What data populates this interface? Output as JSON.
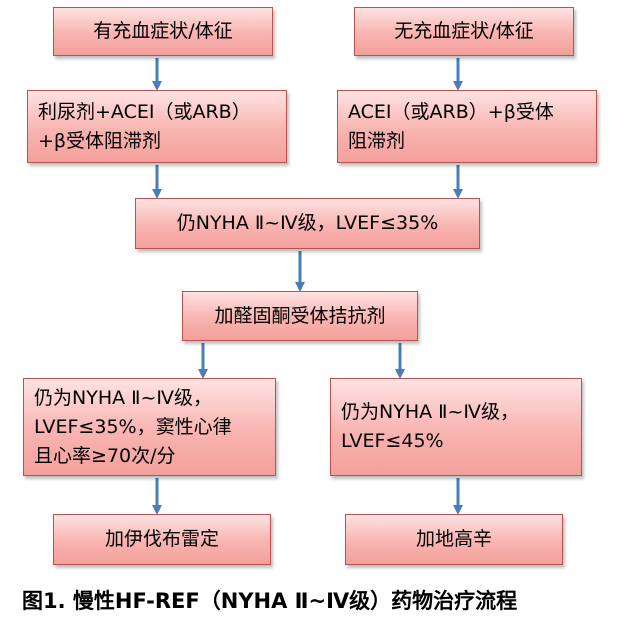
{
  "boxes": {
    "with_symptoms": "有充血症状/体征",
    "without_symptoms": "无充血症状/体征",
    "left_therapy": [
      "利尿剂+ACEI（或ARB）",
      "+β受体阻滞剂"
    ],
    "right_therapy": [
      "ACEI（或ARB）+β受体",
      "阻滞剂"
    ],
    "still_nyha": "仍NYHA Ⅱ~Ⅳ级，LVEF≤35%",
    "aldosterone": "加醛固酮受体拮抗剂",
    "left_condition": [
      "仍为NYHA Ⅱ~Ⅳ级，",
      "LVEF≤35%，窦性心律",
      "且心率≥70次/分"
    ],
    "right_condition": [
      "仍为NYHA Ⅱ~Ⅳ级，",
      "LVEF≤45%"
    ],
    "ivabradine": "加伊伐布雷定",
    "digoxin": "加地高辛"
  },
  "caption": "图1. 慢性HF-REF（NYHA Ⅱ~Ⅳ级）药物治疗流程",
  "colors": {
    "box_fill_top": "#fde3e2",
    "box_fill_bottom": "#f4a09c",
    "box_border": "#c0504d",
    "arrow": "#4a7ebb"
  }
}
